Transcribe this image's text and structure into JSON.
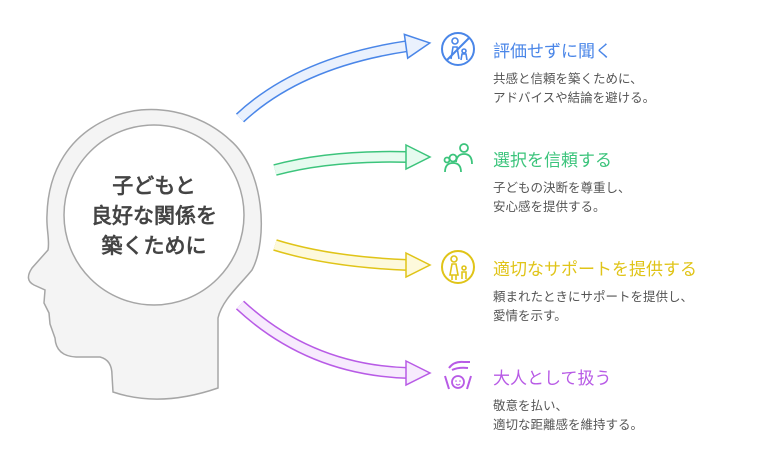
{
  "center": {
    "lines": [
      "子どもと",
      "良好な関係を",
      "築くために"
    ]
  },
  "items": [
    {
      "title": "評価せずに聞く",
      "desc1": "共感と信頼を築くために、",
      "desc2": "アドバイスや結論を避ける。",
      "color": "#4a86e8",
      "fill": "#eaf1fd",
      "icon": "no-judging-icon"
    },
    {
      "title": "選択を信頼する",
      "desc1": "子どもの決断を尊重し、",
      "desc2": "安心感を提供する。",
      "color": "#3cc47c",
      "fill": "#e6fbef",
      "icon": "trust-people-icon"
    },
    {
      "title": "適切なサポートを提供する",
      "desc1": "頼まれたときにサポートを提供し、",
      "desc2": "愛情を示す。",
      "color": "#e0c418",
      "fill": "#fdf9dc",
      "icon": "parent-child-icon"
    },
    {
      "title": "大人として扱う",
      "desc1": "敬意を払い、",
      "desc2": "適切な距離感を維持する。",
      "color": "#b85be6",
      "fill": "#f7ebfd",
      "icon": "caring-hand-icon"
    }
  ]
}
